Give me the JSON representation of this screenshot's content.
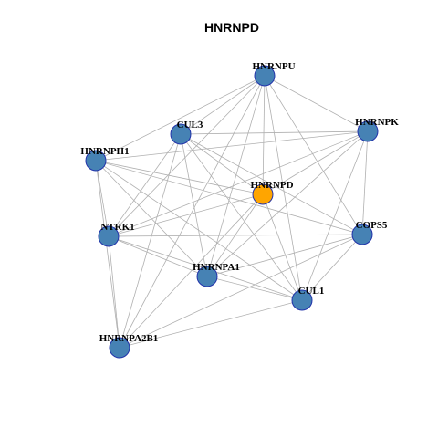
{
  "title": "HNRNPD",
  "colors": {
    "node_default": "#4682b4",
    "node_center": "#ffa500",
    "node_border": "#2233aa",
    "edge": "#b0b0b0"
  },
  "nodes": [
    {
      "id": "HNRNPU",
      "label": "HNRNPU",
      "center": false
    },
    {
      "id": "CUL3",
      "label": "CUL3",
      "center": false
    },
    {
      "id": "HNRNPK",
      "label": "HNRNPK",
      "center": false
    },
    {
      "id": "HNRNPH1",
      "label": "HNRNPH1",
      "center": false
    },
    {
      "id": "HNRNPD",
      "label": "HNRNPD",
      "center": true
    },
    {
      "id": "NTRK1",
      "label": "NTRK1",
      "center": false
    },
    {
      "id": "COPS5",
      "label": "COPS5",
      "center": false
    },
    {
      "id": "HNRNPA1",
      "label": "HNRNPA1",
      "center": false
    },
    {
      "id": "CUL1",
      "label": "CUL1",
      "center": false
    },
    {
      "id": "HNRNPA2B1",
      "label": "HNRNPA2B1",
      "center": false
    }
  ],
  "edges": [
    [
      "HNRNPU",
      "CUL3"
    ],
    [
      "HNRNPU",
      "HNRNPH1"
    ],
    [
      "HNRNPU",
      "HNRNPK"
    ],
    [
      "HNRNPU",
      "HNRNPD"
    ],
    [
      "HNRNPU",
      "NTRK1"
    ],
    [
      "HNRNPU",
      "COPS5"
    ],
    [
      "HNRNPU",
      "HNRNPA1"
    ],
    [
      "HNRNPU",
      "CUL1"
    ],
    [
      "HNRNPU",
      "HNRNPA2B1"
    ],
    [
      "CUL3",
      "HNRNPK"
    ],
    [
      "CUL3",
      "HNRNPD"
    ],
    [
      "CUL3",
      "NTRK1"
    ],
    [
      "CUL3",
      "COPS5"
    ],
    [
      "CUL3",
      "HNRNPA1"
    ],
    [
      "CUL3",
      "CUL1"
    ],
    [
      "CUL3",
      "HNRNPA2B1"
    ],
    [
      "HNRNPK",
      "HNRNPH1"
    ],
    [
      "HNRNPK",
      "HNRNPD"
    ],
    [
      "HNRNPK",
      "NTRK1"
    ],
    [
      "HNRNPK",
      "COPS5"
    ],
    [
      "HNRNPK",
      "HNRNPA1"
    ],
    [
      "HNRNPK",
      "CUL1"
    ],
    [
      "HNRNPH1",
      "HNRNPD"
    ],
    [
      "HNRNPH1",
      "NTRK1"
    ],
    [
      "HNRNPH1",
      "COPS5"
    ],
    [
      "HNRNPH1",
      "HNRNPA1"
    ],
    [
      "HNRNPH1",
      "CUL1"
    ],
    [
      "HNRNPH1",
      "HNRNPA2B1"
    ],
    [
      "HNRNPD",
      "NTRK1"
    ],
    [
      "HNRNPD",
      "HNRNPA1"
    ],
    [
      "HNRNPD",
      "CUL1"
    ],
    [
      "HNRNPD",
      "HNRNPA2B1"
    ],
    [
      "NTRK1",
      "COPS5"
    ],
    [
      "NTRK1",
      "HNRNPA1"
    ],
    [
      "NTRK1",
      "CUL1"
    ],
    [
      "NTRK1",
      "HNRNPA2B1"
    ],
    [
      "COPS5",
      "HNRNPA1"
    ],
    [
      "COPS5",
      "CUL1"
    ],
    [
      "COPS5",
      "HNRNPA2B1"
    ],
    [
      "HNRNPA1",
      "CUL1"
    ],
    [
      "CUL1",
      "HNRNPA2B1"
    ]
  ]
}
